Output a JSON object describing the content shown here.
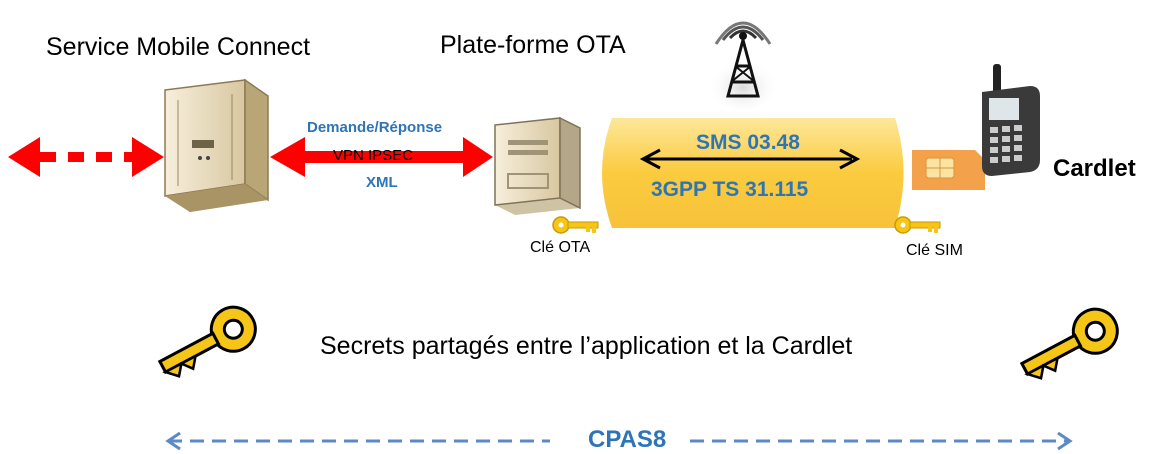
{
  "labels": {
    "service": "Service Mobile Connect",
    "platform": "Plate-forme OTA",
    "request": "Demande/Réponse",
    "vpn": "VPN IPSEC",
    "xml": "XML",
    "sms": "SMS 03.48",
    "gpp": "3GPP TS 31.115",
    "cardlet": "Cardlet",
    "ota_key": "Clé OTA",
    "sim_key": "Clé SIM",
    "secrets": "Secrets partagés entre l’application et la Cardlet",
    "cpas": "CPAS8"
  },
  "colors": {
    "red_arrow": "#ff0000",
    "yellow_band": "#fcd34d",
    "blue_text": "#2e75b6",
    "dashed_arrow": "#5b8ac7",
    "key_gold": "#f5c518",
    "server_beige": "#ece0c4"
  },
  "icons": [
    "server-icon",
    "radio-tower-icon",
    "mobile-phone-icon",
    "sim-card-icon",
    "key-icon"
  ]
}
